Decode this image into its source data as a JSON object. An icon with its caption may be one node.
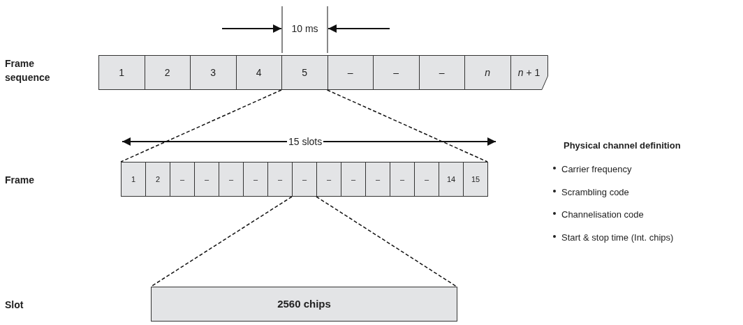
{
  "diagram": {
    "nodes": [
      {
        "text": [
          "1"
        ]
      },
      {
        "text": [
          "2"
        ]
      },
      {
        "text": [
          "3"
        ]
      },
      {
        "text": [
          "4"
        ]
      },
      {
        "text": [
          "5"
        ]
      },
      {
        "text": [
          "–"
        ]
      },
      {
        "text": [
          "–"
        ]
      },
      {
        "text": [
          "–"
        ]
      },
      {
        "text": [
          "n"
        ]
      },
      {
        "text": [
          "*n* + 1"
        ]
      },
      {
        "text": [
          "1"
        ]
      },
      {
        "text": [
          "2"
        ]
      },
      {
        "text": [
          "–"
        ]
      },
      {
        "text": [
          "–"
        ]
      },
      {
        "text": [
          "–"
        ]
      },
      {
        "text": [
          "–"
        ]
      },
      {
        "text": [
          "–"
        ]
      },
      {
        "text": [
          "–"
        ]
      },
      {
        "text": [
          "–"
        ]
      },
      {
        "text": [
          "–"
        ]
      },
      {
        "text": [
          "–"
        ]
      },
      {
        "text": [
          "–"
        ]
      },
      {
        "text": [
          "–"
        ]
      },
      {
        "text": [
          "14"
        ]
      },
      {
        "text": [
          "15"
        ]
      },
      {
        "text": [
          "2560 chips"
        ]
      }
    ],
    "edges": [
      {
        "from": 4,
        "to": 10,
        "arrow": "none",
        "style": "dashed"
      },
      {
        "from": 4,
        "to": 24,
        "arrow": "none",
        "style": "dashed"
      },
      {
        "from": 17,
        "to": 25,
        "arrow": "none",
        "style": "dashed"
      },
      {
        "from": 17,
        "to": 25,
        "arrow": "none",
        "style": "dashed"
      }
    ],
    "labels": [
      "10 ms",
      "Frame sequence",
      "15 slots",
      "Physical channel definition",
      "Frame",
      "Carrier frequency",
      "Scrambling code",
      "Channelisation code",
      "Start & stop time (Int. chips)",
      "Slot"
    ]
  }
}
